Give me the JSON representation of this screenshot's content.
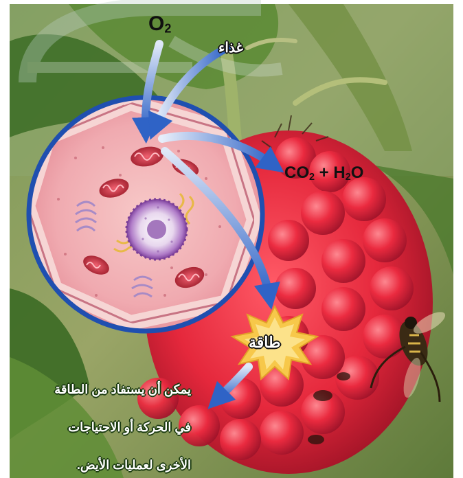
{
  "labels": {
    "oxygen_base": "O",
    "oxygen_sub": "2",
    "food": "غذاء",
    "products_co": "CO",
    "products_co_sub": "2",
    "products_plus_h": " + H",
    "products_h_sub": "2",
    "products_o": "O",
    "energy": "طاقة"
  },
  "note": {
    "lines": [
      "يمكن أن يستفاد من الطاقة",
      "في الحركة أو الاحتياجات",
      "الأخرى لعمليات الأيض."
    ]
  },
  "colors": {
    "arrow_blue": "#2f63c6",
    "cell_outline": "#1f4fb0",
    "fruit_red": "#e2283c",
    "leaf_green": "#4a7a2a",
    "burst_yellow": "#f7c84a"
  }
}
